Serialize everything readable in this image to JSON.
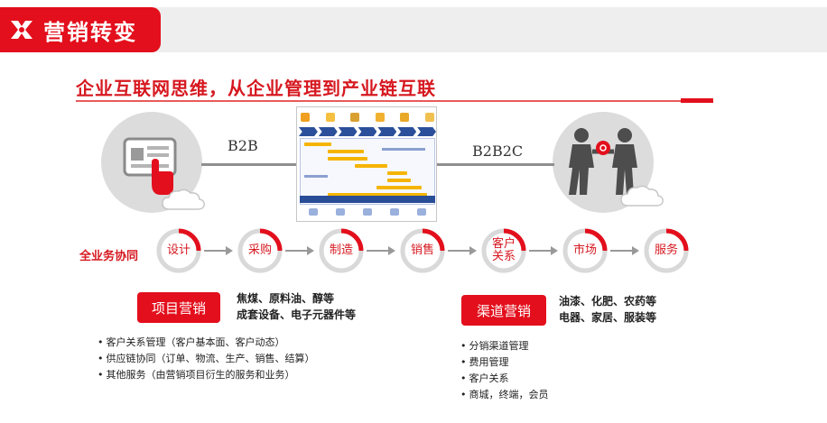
{
  "header": {
    "title": "营销转变",
    "icon": "x-logo-icon"
  },
  "subtitle": "企业互联网思维，从企业管理到产业链互联",
  "labels": {
    "b2b": "B2B",
    "b2b2c": "B2B2C"
  },
  "flow": {
    "label": "全业务协同",
    "steps": [
      {
        "line1": "设计",
        "line2": ""
      },
      {
        "line1": "采购",
        "line2": ""
      },
      {
        "line1": "制造",
        "line2": ""
      },
      {
        "line1": "销售",
        "line2": ""
      },
      {
        "line1": "客户",
        "line2": "关系"
      },
      {
        "line1": "市场",
        "line2": ""
      },
      {
        "line1": "服务",
        "line2": ""
      }
    ]
  },
  "project": {
    "tag": "项目营销",
    "desc_line1": "焦煤、原料油、醇等",
    "desc_line2": "成套设备、电子元器件等",
    "bullets": [
      "客户关系管理（客户基本面、客户动态）",
      "供应链协同（订单、物流、生产、销售、结算）",
      "其他服务（由营销项目衍生的服务和业务）"
    ]
  },
  "channel": {
    "tag": "渠道营销",
    "desc_line1": "油漆、化肥、农药等",
    "desc_line2": "电器、家居、服装等",
    "bullets": [
      "分销渠道管理",
      "费用管理",
      "客户关系",
      "商城，终端，会员"
    ]
  },
  "colors": {
    "accent": "#e30f1c",
    "gray": "#dcdcdc",
    "navy": "#2b4f9a",
    "gold": "#f5b400"
  },
  "icons": {
    "left_circle": "tablet-touch-icon",
    "right_circle": "business-handshake-icon",
    "cloud": "cloud-icon"
  }
}
